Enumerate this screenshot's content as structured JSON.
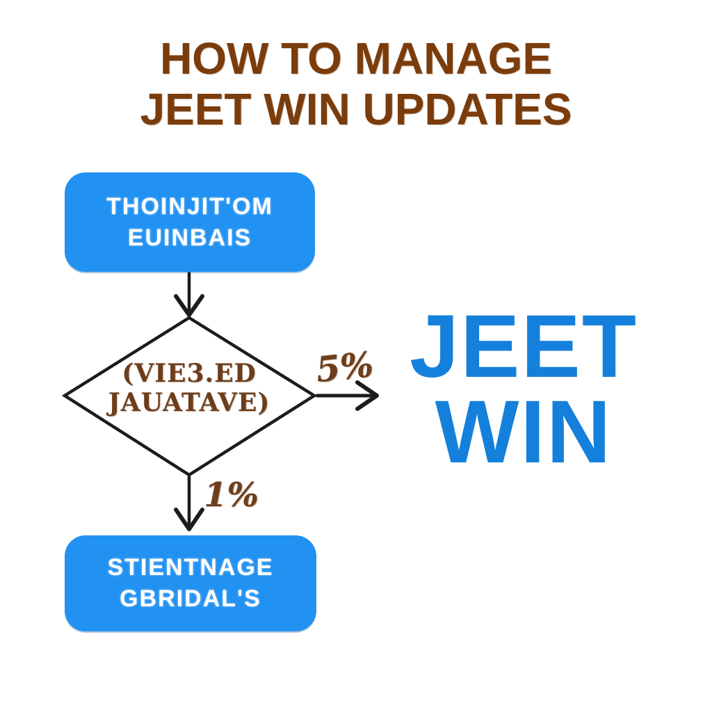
{
  "title": {
    "line1": "HOW TO MANAGE",
    "line2": "JEET WIN UPDATES",
    "color": "#7b3c0c"
  },
  "flowchart": {
    "start_box": {
      "line1": "THOINJIT'OM",
      "line2": "EUINBAIS"
    },
    "decision": {
      "line1": "(VIE3.ED",
      "line2": "JAUATAVE)"
    },
    "end_box": {
      "line1": "STIENTNAGE",
      "line2": "GBRIDAL'S"
    },
    "right_branch_label": "5%",
    "down_branch_label": "1%",
    "colors": {
      "node_fill": "#2191f2",
      "node_text": "#ffffff",
      "connector": "#1c1c1c",
      "annotation": "#6e3d1b"
    }
  },
  "brand": {
    "line1": "JEET",
    "line2": "WIN",
    "color": "#1580db"
  }
}
